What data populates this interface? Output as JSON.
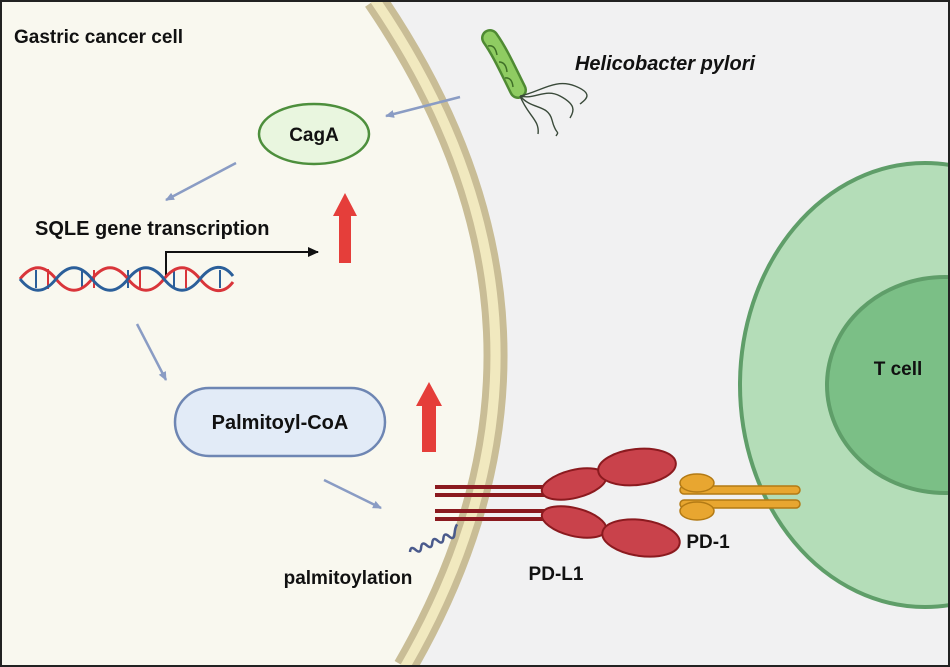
{
  "labels": {
    "cell_title": "Gastric cancer cell",
    "bacterium": "Helicobacter pylori",
    "caga": "CagA",
    "sqle": "SQLE gene transcription",
    "palmitoyl_coa": "Palmitoyl-CoA",
    "palmitoylation": "palmitoylation",
    "pdl1": "PD-L1",
    "pd1": "PD-1",
    "tcell": "T cell"
  },
  "colors": {
    "cancer_cell_fill": "#f9f8ef",
    "extracellular": "#f1f1f2",
    "membrane_outer": "#c9bd96",
    "membrane_inner": "#f1e9bf",
    "caga_fill": "#e9f6df",
    "caga_stroke": "#4d8f3c",
    "palmitoyl_fill": "#e2ebf7",
    "palmitoyl_stroke": "#6e86b3",
    "tcell_outer": "#b4ddb8",
    "tcell_inner": "#7bbf86",
    "tcell_stroke": "#5f9e69",
    "pdl1": "#c9424b",
    "pd1": "#e8a630",
    "up_arrow": "#e53e3a",
    "flow_arrow": "#8a9cc4",
    "dna_red": "#d9353a",
    "dna_blue": "#2b5f9a",
    "bacterium": "#7cbf52"
  },
  "icons": [
    "helicobacter-pylori-icon",
    "dna-helix-icon",
    "up-arrow-icon",
    "pd-l1-receptor-icon",
    "pd-1-receptor-icon",
    "palmitoyl-chain-icon"
  ]
}
